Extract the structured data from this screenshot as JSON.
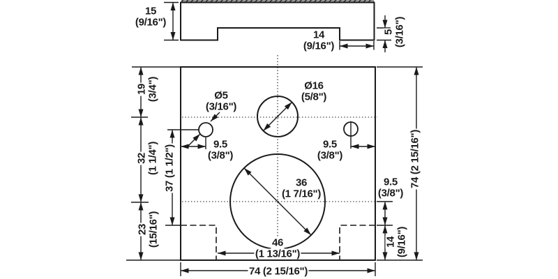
{
  "colors": {
    "line": "#1a1a1a",
    "background": "#ffffff"
  },
  "dims": {
    "profile_height": {
      "mm": "15",
      "inch": "(9/16\")"
    },
    "profile_tab": {
      "mm": "14",
      "inch": "(9/16\")"
    },
    "profile_step": {
      "mm": "5",
      "inch": "(3/16\")"
    },
    "top_offset": {
      "mm": "19",
      "inch": "(3/4\")"
    },
    "row_spacing": {
      "mm": "32",
      "inch": "(1 1/4\")"
    },
    "bottom_offset": {
      "mm": "23",
      "inch": "(15/16\")"
    },
    "cup_center_offset": {
      "text": "37 (1 1/2\")"
    },
    "pilot_hole_dia": {
      "mm": "Ø5",
      "inch": "(3/16\")"
    },
    "center_hole_dia": {
      "mm": "Ø16",
      "inch": "(5/8\")"
    },
    "pilot_left_edge": {
      "mm": "9.5",
      "inch": "(3/8\")"
    },
    "pilot_right_edge": {
      "mm": "9.5",
      "inch": "(3/8\")"
    },
    "cup_dia": {
      "mm": "36",
      "inch": "(1 7/16\")"
    },
    "notch_span": {
      "mm": "46",
      "inch": "(1 13/16\")"
    },
    "cup_edge_offset": {
      "mm": "9.5",
      "inch": "(3/8\")"
    },
    "notch_height": {
      "mm": "14",
      "inch": "(9/16\")"
    },
    "plate_width": {
      "text": "74 (2 15/16\")"
    },
    "plate_height": {
      "text": "74 (2 15/16\")"
    }
  }
}
